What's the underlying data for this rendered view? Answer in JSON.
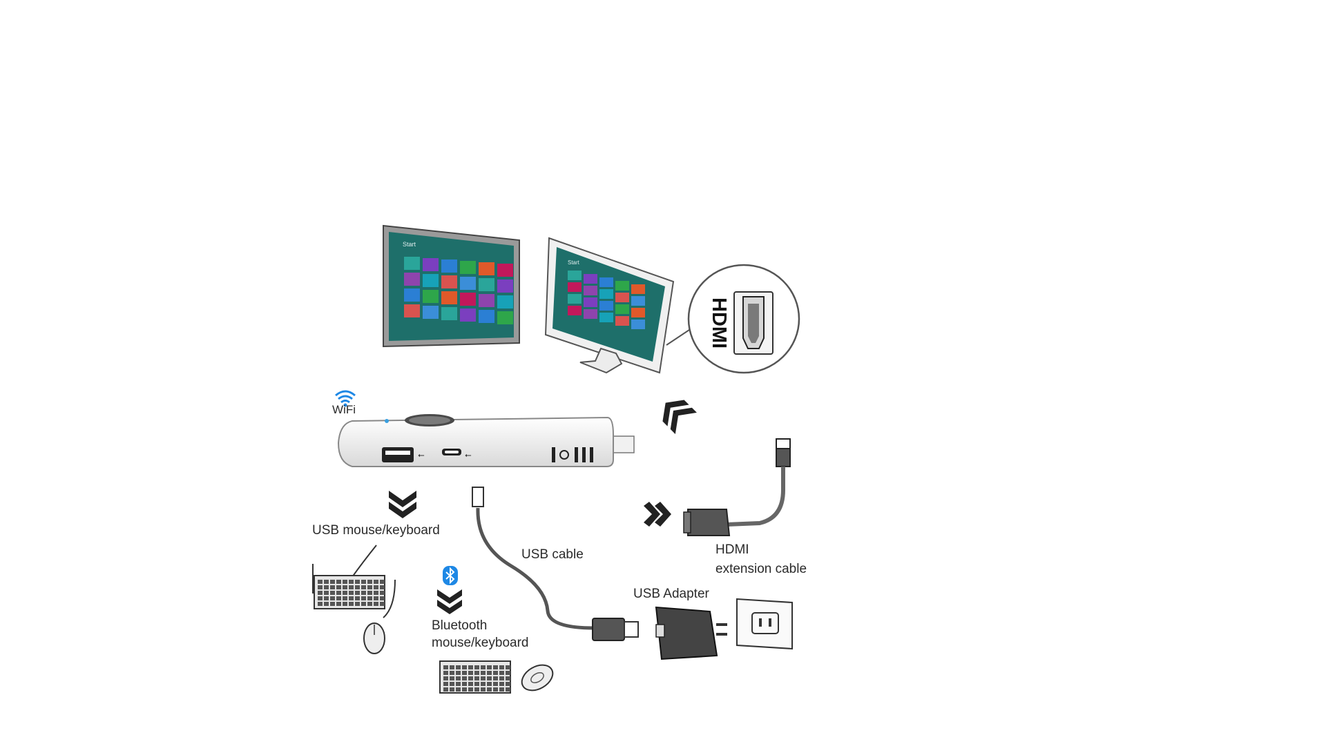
{
  "labels": {
    "wifi": "WiFi",
    "usb_mouse_keyboard": "USB mouse/keyboard",
    "usb_cable": "USB cable",
    "bluetooth_line1": "Bluetooth",
    "bluetooth_line2": "mouse/keyboard",
    "usb_adapter": "USB Adapter",
    "hdmi_ext_line1": "HDMI",
    "hdmi_ext_line2": "extension cable",
    "hdmi_port": "HDMI",
    "screen_start": "Start"
  },
  "icons": [
    "wifi-icon",
    "bluetooth-icon",
    "usb-symbol-icon",
    "power-icon"
  ],
  "colors": {
    "screen_bg": "#1e6f6a",
    "tile_colors": [
      "#2aa59a",
      "#7b3fbf",
      "#2b7fd4",
      "#2ea64a",
      "#e0592a",
      "#c2185b",
      "#8e44ad",
      "#17a2b8",
      "#d9534f",
      "#3b8ed8"
    ],
    "accent_blue": "#1e88e5",
    "line_dark": "#333333"
  }
}
